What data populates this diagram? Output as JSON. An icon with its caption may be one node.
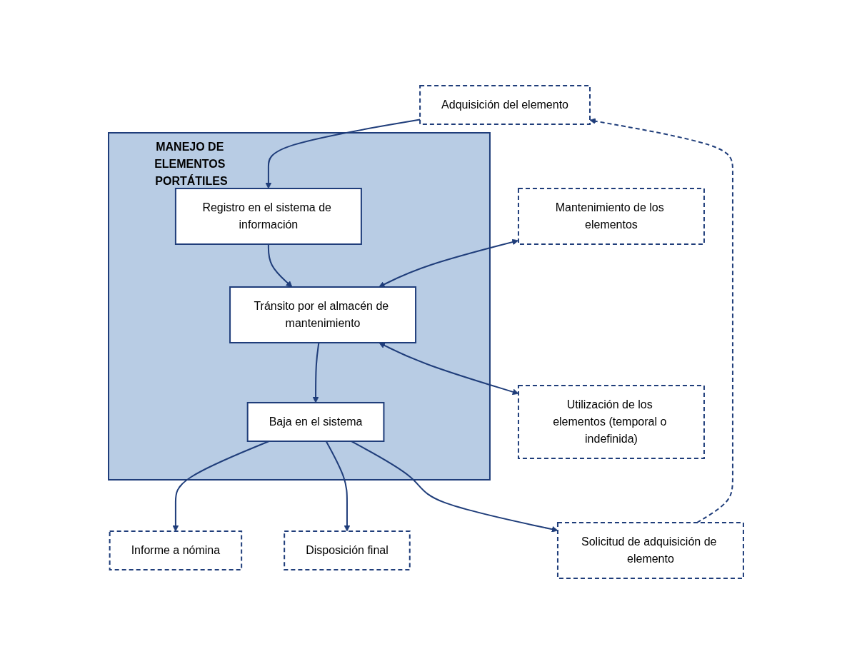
{
  "diagram": {
    "nodes": [
      {
        "text": [
          "Adquisición del elemento"
        ]
      },
      {
        "text": [
          "MANEJO DE ELEMENTOS PORTÁTILES"
        ]
      },
      {
        "text": [
          "Registro en el sistema de información"
        ],
        "in": 1
      },
      {
        "text": [
          "Mantenimiento de los elementos"
        ]
      },
      {
        "text": [
          "Tránsito por el almacén de mantenimiento"
        ],
        "in": 1
      },
      {
        "text": [
          "Utilización de los elementos (temporal o indefinida)"
        ]
      },
      {
        "text": [
          "Baja en el sistema"
        ],
        "in": 1
      },
      {
        "text": [
          "Informe a nómina"
        ]
      },
      {
        "text": [
          "Disposición final"
        ]
      },
      {
        "text": [
          "Solicitud de adquisición de elemento"
        ]
      }
    ],
    "edges": [
      {
        "from": 0,
        "to": 2,
        "arrow": "to"
      },
      {
        "from": 2,
        "to": 4,
        "arrow": "to"
      },
      {
        "from": 3,
        "to": 4,
        "arrow": "both"
      },
      {
        "from": 5,
        "to": 4,
        "arrow": "both"
      },
      {
        "from": 4,
        "to": 6,
        "arrow": "to"
      },
      {
        "from": 6,
        "to": 7,
        "arrow": "to"
      },
      {
        "from": 6,
        "to": 8,
        "arrow": "to"
      },
      {
        "from": 6,
        "to": 9,
        "arrow": "to"
      },
      {
        "from": 9,
        "to": 0,
        "arrow": "to",
        "style": "dashed"
      }
    ]
  }
}
